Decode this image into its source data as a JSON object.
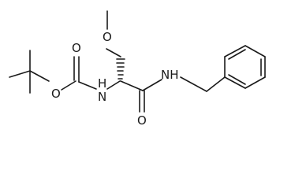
{
  "molecule": {
    "atom_labels": {
      "ester_o": "O",
      "carbonyl_o_boc": "O",
      "nh_carbamate": "H",
      "n_carbamate": "N",
      "methoxy_o": "O",
      "amide_o": "O",
      "nh_amide": "NH"
    }
  }
}
